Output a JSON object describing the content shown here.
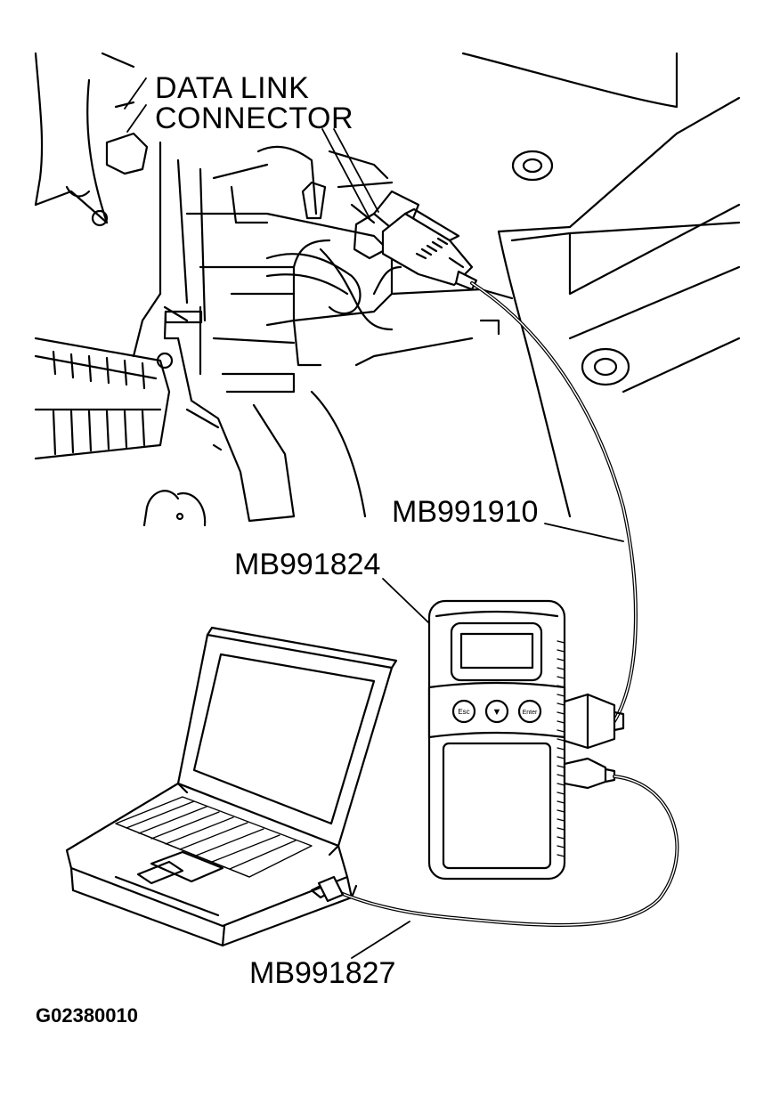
{
  "labels": {
    "data_link_connector_line1": "DATA LINK",
    "data_link_connector_line2": "CONNECTOR",
    "cable_910": "MB991910",
    "device_824": "MB991824",
    "cable_827": "MB991827",
    "figure_code": "G02380010"
  },
  "device_buttons": {
    "esc": "Esc",
    "down": "▼",
    "enter": "Enter"
  },
  "colors": {
    "ink": "#000000",
    "paper": "#ffffff",
    "screen": "#dddddd"
  }
}
